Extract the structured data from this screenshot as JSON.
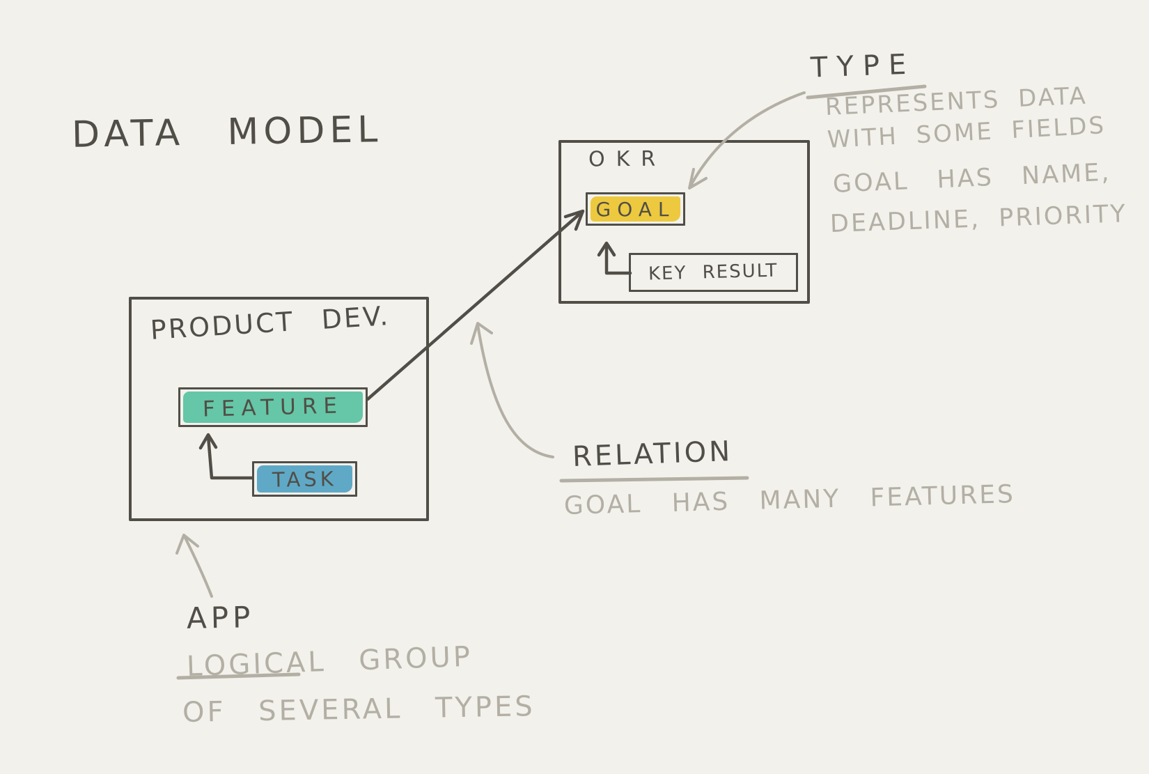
{
  "title": "DATA MODEL",
  "palette": {
    "background": "#f2f1ec",
    "ink": "#514e47",
    "annotation_gray": "#b3afa4",
    "goal_highlight": "#edc93f",
    "feature_highlight": "#65c7a7",
    "task_highlight": "#5fa9c7"
  },
  "apps": [
    {
      "name": "OKR",
      "types": [
        {
          "label": "GOAL"
        },
        {
          "label": "KEY RESULT"
        }
      ]
    },
    {
      "name": "PRODUCT DEV.",
      "types": [
        {
          "label": "FEATURE"
        },
        {
          "label": "TASK"
        }
      ]
    }
  ],
  "annotations": {
    "type": {
      "term": "TYPE",
      "note_lines": [
        "REPRESENTS DATA",
        "WITH SOME FIELDS",
        "GOAL HAS NAME,",
        "DEADLINE, PRIORITY"
      ]
    },
    "relation": {
      "term": "RELATION",
      "note_lines": [
        "GOAL HAS MANY FEATURES"
      ]
    },
    "app": {
      "term": "APP",
      "note_lines": [
        "LOGICAL GROUP",
        "OF SEVERAL TYPES"
      ]
    }
  }
}
